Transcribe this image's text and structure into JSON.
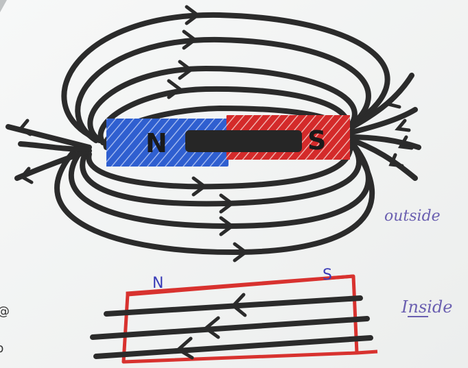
{
  "photo": {
    "magnet": {
      "north_letter": "N",
      "south_letter": "S",
      "north_color": "#2f5fd0",
      "south_color": "#d42a2a"
    },
    "outside_label": "outside",
    "inside_label": "Inside",
    "bar": {
      "north_letter": "N",
      "south_letter": "S",
      "outline_color": "#d8322f"
    },
    "ink_color": "#2b2b2b",
    "label_ink_color": "#6a5fb0"
  }
}
